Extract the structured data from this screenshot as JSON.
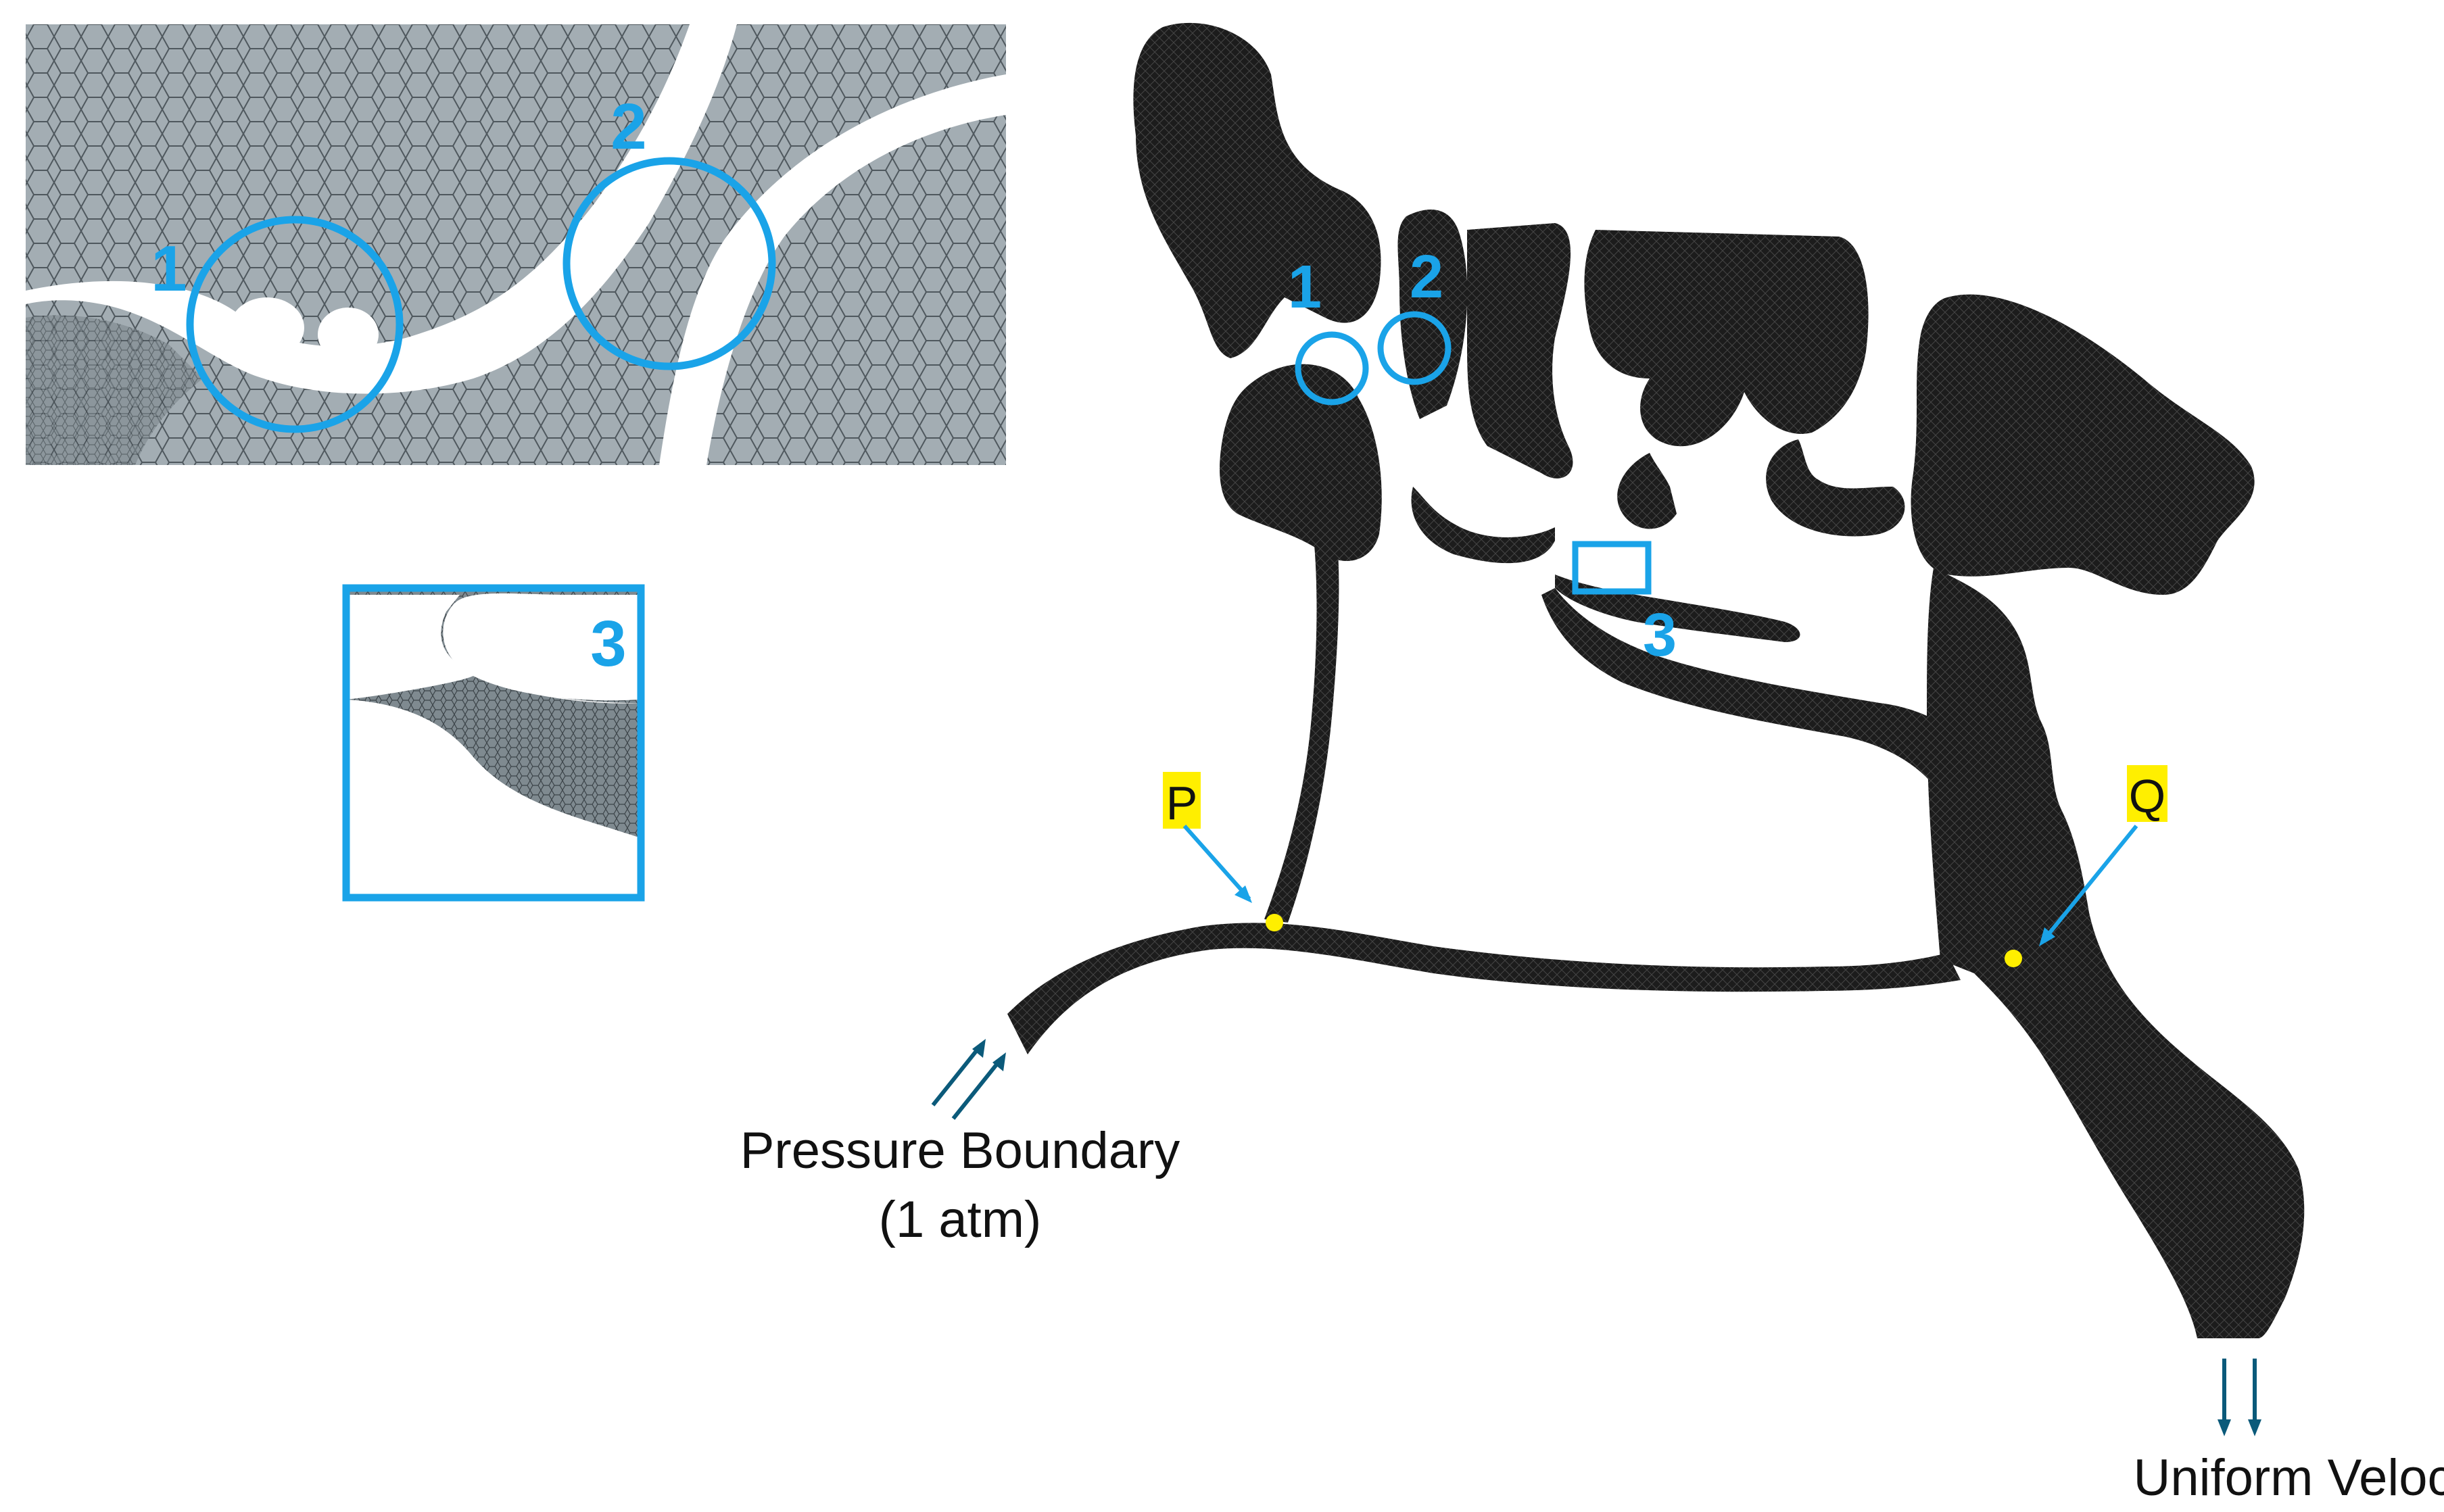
{
  "colors": {
    "mesh_fill": "#1f1f1f",
    "mesh_line": "#3a3a3a",
    "inset_fill": "#9aa6ad",
    "inset_cell": "#5b656c",
    "highlight": "#1aa3e8",
    "marker": "#ffef00",
    "arrow": "#0b5a7a",
    "text": "#111111"
  },
  "zoom_labels": {
    "one": "1",
    "two": "2",
    "three": "3"
  },
  "points": {
    "p": "P",
    "q": "Q"
  },
  "boundaries": {
    "inlet_line1": "Pressure Boundary",
    "inlet_line2": "(1 atm)",
    "outlet": "Uniform Velocity"
  }
}
